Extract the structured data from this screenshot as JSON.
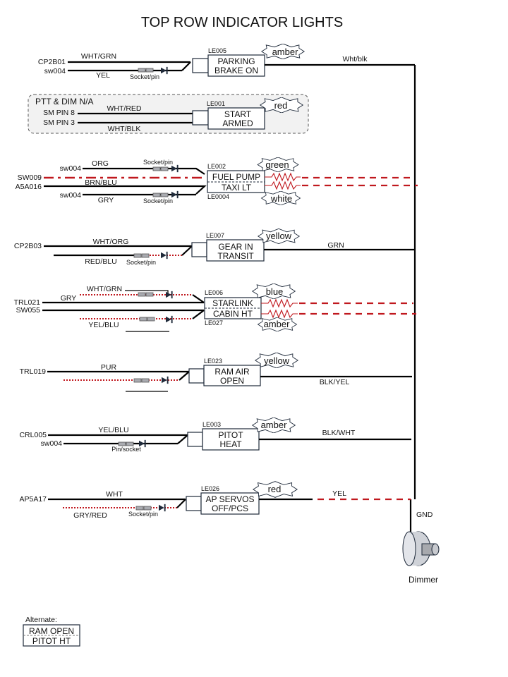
{
  "title": "TOP ROW INDICATOR LIGHTS",
  "rows": [
    {
      "id": "parking-brake",
      "led_id": "LE005",
      "led_label_1": "PARKING",
      "led_label_2": "BRAKE ON",
      "color": "amber",
      "inputs": [
        {
          "source": "CP2B01",
          "wire": "WHT/GRN"
        },
        {
          "source": "sw004",
          "wire": "YEL",
          "connector": "Socket/pin"
        }
      ],
      "output_wire": "Wht/blk"
    },
    {
      "id": "start-armed",
      "group_label": "PTT & DIM N/A",
      "led_id": "LE001",
      "led_label_1": "START",
      "led_label_2": "ARMED",
      "color": "red",
      "inputs": [
        {
          "source": "SM PIN 8",
          "wire": "WHT/RED"
        },
        {
          "source": "SM PIN 3",
          "wire": "WHT/BLK"
        }
      ]
    },
    {
      "id": "fuel-pump-taxi",
      "led_id_top": "LE002",
      "led_id_bottom": "LE0004",
      "led_label_1": "FUEL PUMP",
      "led_label_2": "TAXI LT",
      "color_top": "green",
      "color_bottom": "white",
      "inputs": [
        {
          "source": "sw004",
          "wire": "ORG",
          "connector": "Socket/pin"
        },
        {
          "source": "SW009",
          "wire": ""
        },
        {
          "source": "A5A016",
          "wire": "BRN/BLU"
        },
        {
          "source": "sw004",
          "wire": "GRY",
          "connector": "Socket/pin"
        }
      ]
    },
    {
      "id": "gear-in-transit",
      "led_id": "LE007",
      "led_label_1": "GEAR IN",
      "led_label_2": "TRANSIT",
      "color": "yellow",
      "inputs": [
        {
          "source": "CP2B03",
          "wire": "WHT/ORG"
        },
        {
          "source": "",
          "wire": "RED/BLU",
          "connector": "Socket/pin"
        }
      ],
      "output_wire": "GRN"
    },
    {
      "id": "starlink-cabin-ht",
      "led_id_top": "LE006",
      "led_id_bottom": "LE027",
      "led_label_1": "STARLINK",
      "led_label_2": "CABIN HT",
      "color_top": "blue",
      "color_bottom": "amber",
      "inputs": [
        {
          "source": "",
          "wire": "WHT/GRN"
        },
        {
          "source": "TRL021",
          "wire": "GRY"
        },
        {
          "source": "SW055",
          "wire": ""
        },
        {
          "source": "",
          "wire": "YEL/BLU"
        }
      ]
    },
    {
      "id": "ram-air-open",
      "led_id": "LE023",
      "led_label_1": "RAM AIR",
      "led_label_2": "OPEN",
      "color": "yellow",
      "inputs": [
        {
          "source": "TRL019",
          "wire": "PUR"
        }
      ],
      "output_wire": "BLK/YEL"
    },
    {
      "id": "pitot-heat",
      "led_id": "LE003",
      "led_label_1": "PITOT",
      "led_label_2": "HEAT",
      "color": "amber",
      "inputs": [
        {
          "source": "CRL005",
          "wire": "YEL/BLU"
        },
        {
          "source": "sw004",
          "wire": "",
          "connector": "Pin/socket"
        }
      ],
      "output_wire": "BLK/WHT"
    },
    {
      "id": "ap-servos",
      "led_id": "LE026",
      "led_label_1": "AP SERVOS",
      "led_label_2": "OFF/PCS",
      "color": "red",
      "inputs": [
        {
          "source": "AP5A17",
          "wire": "WHT"
        },
        {
          "source": "",
          "wire": "GRY/RED",
          "connector": "Socket/pin"
        }
      ],
      "output_wire": "YEL"
    }
  ],
  "ground": {
    "label": "GND",
    "device": "Dimmer"
  },
  "alternate": {
    "heading": "Alternate:",
    "line_1": "RAM OPEN",
    "line_2": "PITOT HT"
  }
}
